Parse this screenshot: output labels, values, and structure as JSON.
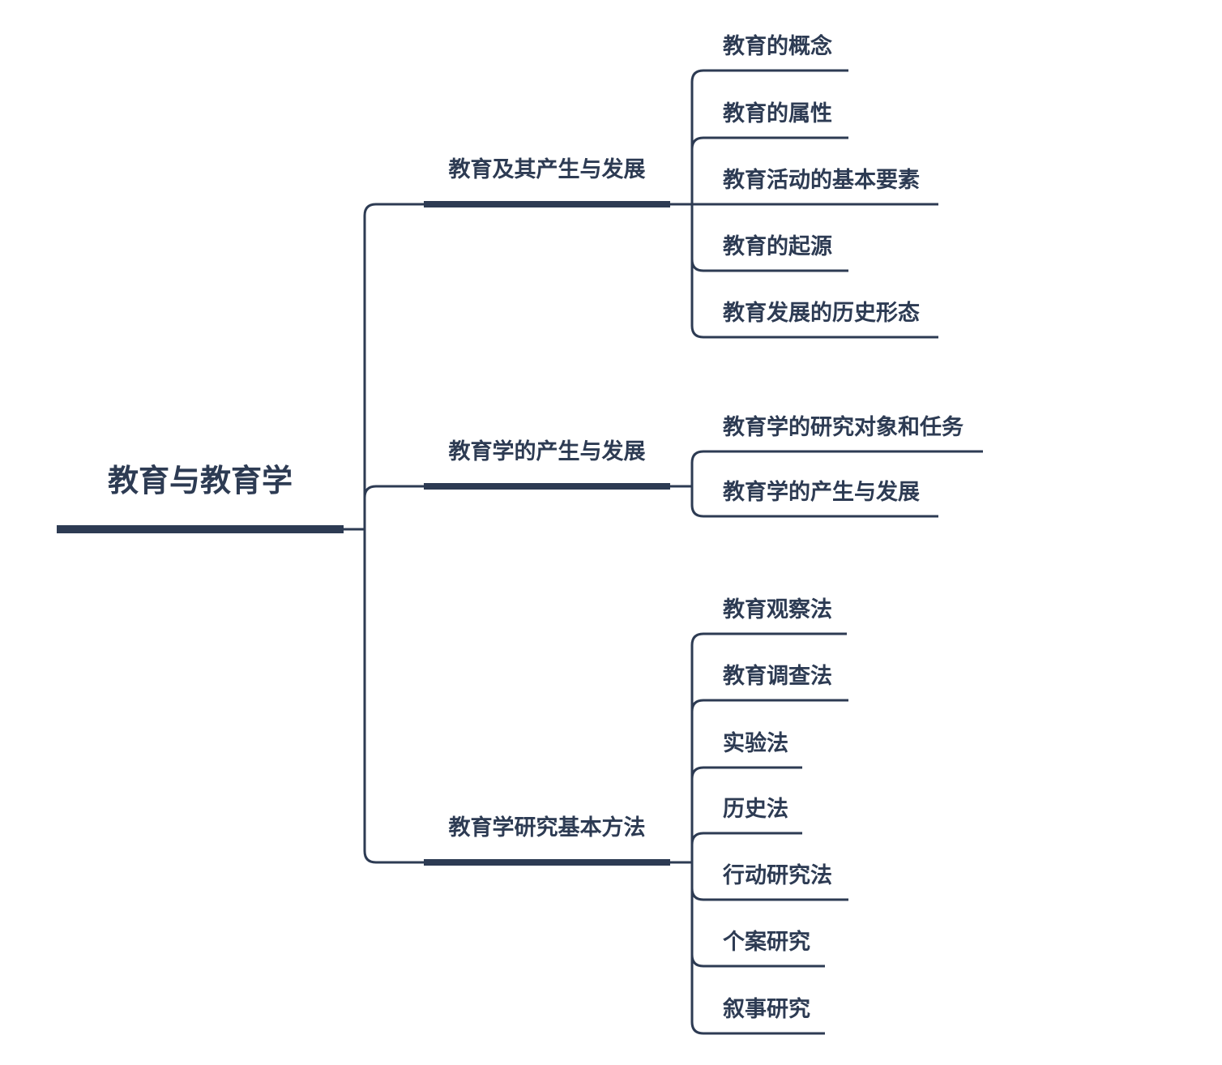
{
  "colors": {
    "line": "#2d3b53",
    "text": "#2d3b53",
    "background": "#ffffff"
  },
  "root": {
    "label": "教育与教育学"
  },
  "branches": [
    {
      "label": "教育及其产生与发展",
      "children": [
        {
          "label": "教育的概念"
        },
        {
          "label": "教育的属性"
        },
        {
          "label": "教育活动的基本要素"
        },
        {
          "label": "教育的起源"
        },
        {
          "label": "教育发展的历史形态"
        }
      ]
    },
    {
      "label": "教育学的产生与发展",
      "children": [
        {
          "label": "教育学的研究对象和任务"
        },
        {
          "label": "教育学的产生与发展"
        }
      ]
    },
    {
      "label": "教育学研究基本方法",
      "children": [
        {
          "label": "教育观察法"
        },
        {
          "label": "教育调查法"
        },
        {
          "label": "实验法"
        },
        {
          "label": "历史法"
        },
        {
          "label": "行动研究法"
        },
        {
          "label": "个案研究"
        },
        {
          "label": "叙事研究"
        }
      ]
    }
  ]
}
